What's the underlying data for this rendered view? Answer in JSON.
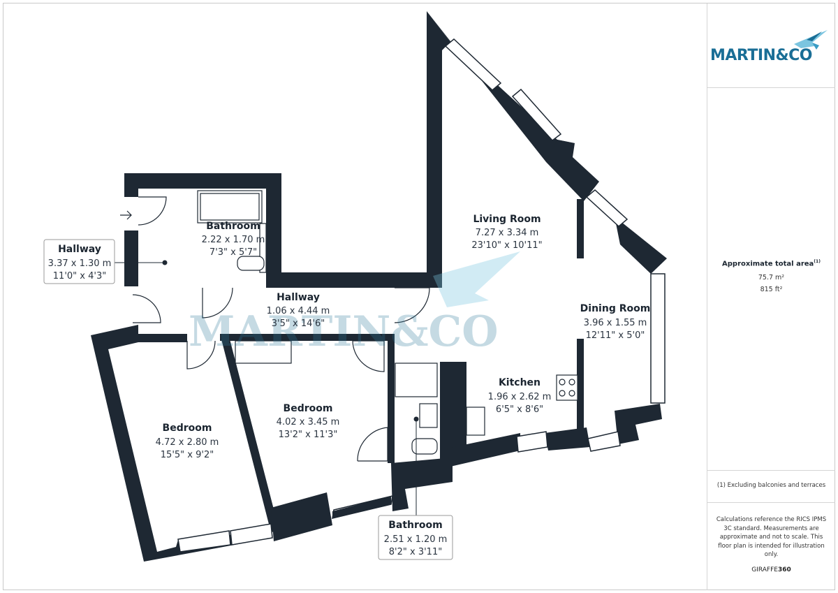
{
  "brand": {
    "logo_text": "MARTIN&CO",
    "watermark_text": "MARTIN&CO",
    "primary_color": "#1a6e96",
    "accent_color": "#7bc5e0",
    "wall_color": "#1e2833"
  },
  "rooms": {
    "hallway_entry": {
      "name": "Hallway",
      "metric": "3.37 x 1.30 m",
      "imperial": "11'0\" x 4'3\""
    },
    "bathroom_main": {
      "name": "Bathroom",
      "metric": "2.22 x 1.70 m",
      "imperial": "7'3\" x 5'7\""
    },
    "hallway_inner": {
      "name": "Hallway",
      "metric": "1.06 x 4.44 m",
      "imperial": "3'5\" x 14'6\""
    },
    "living_room": {
      "name": "Living Room",
      "metric": "7.27 x 3.34 m",
      "imperial": "23'10\" x 10'11\""
    },
    "dining_room": {
      "name": "Dining Room",
      "metric": "3.96 x 1.55 m",
      "imperial": "12'11\" x 5'0\""
    },
    "kitchen": {
      "name": "Kitchen",
      "metric": "1.96 x 2.62 m",
      "imperial": "6'5\" x 8'6\""
    },
    "bedroom_large": {
      "name": "Bedroom",
      "metric": "4.72 x 2.80 m",
      "imperial": "15'5\" x 9'2\""
    },
    "bedroom_mid": {
      "name": "Bedroom",
      "metric": "4.02 x 3.45 m",
      "imperial": "13'2\" x 11'3\""
    },
    "bathroom_ensuite": {
      "name": "Bathroom",
      "metric": "2.51 x 1.20 m",
      "imperial": "8'2\" x 3'11\""
    }
  },
  "sidebar": {
    "area_title": "Approximate total area",
    "area_footnote_mark": "(1)",
    "area_m2": "75.7 m²",
    "area_ft2": "815 ft²",
    "footnote": "(1) Excluding balconies and terraces",
    "disclaimer_lines": [
      "Calculations reference the RICS IPMS",
      "3C standard. Measurements are",
      "approximate and not to scale. This",
      "floor plan is intended for illustration",
      "only."
    ],
    "credit_prefix": "GIRAFFE",
    "credit_suffix": "360"
  }
}
